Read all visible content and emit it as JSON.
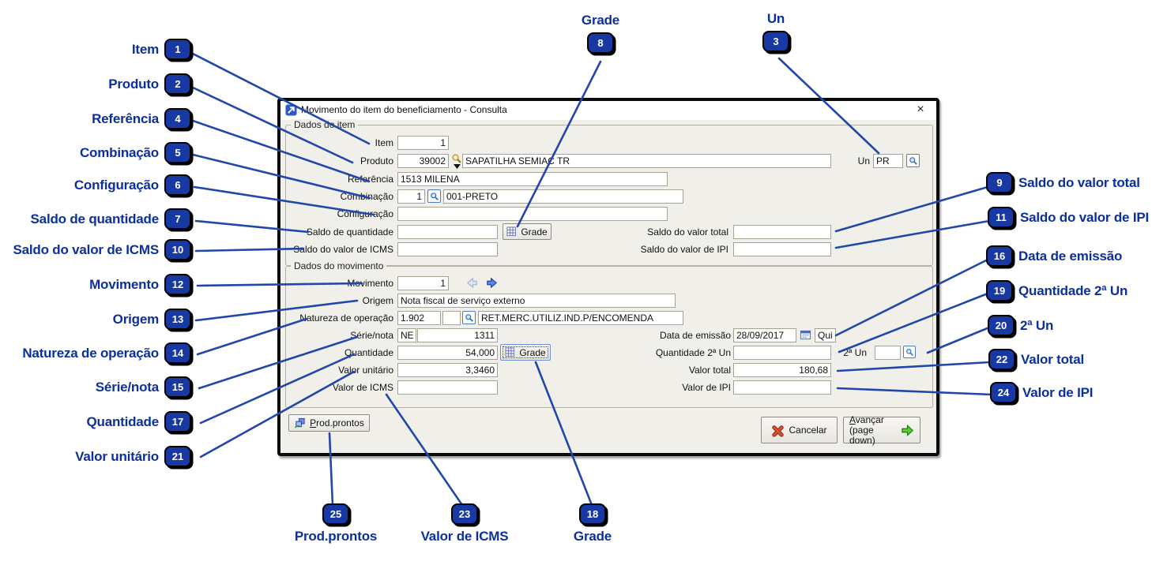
{
  "window": {
    "title": "Movimento do item do beneficiamento - Consulta",
    "close": "×"
  },
  "groups": {
    "item": {
      "legend": "Dados do item",
      "item_label": "Item",
      "item_value": "1",
      "produto_label": "Produto",
      "produto_code": "39002",
      "produto_desc": "SAPATILHA SEMIAC TR",
      "un_label": "Un",
      "un_value": "PR",
      "referencia_label": "Referência",
      "referencia_value": "1513 MILENA",
      "combinacao_label": "Combinação",
      "combinacao_code": "1",
      "combinacao_desc": "001-PRETO",
      "configuracao_label": "Configuração",
      "configuracao_value": "",
      "saldo_quantidade_label": "Saldo de quantidade",
      "saldo_quantidade_value": "",
      "grade_button_label": "Grade",
      "saldo_valor_total_label": "Saldo do valor total",
      "saldo_valor_total_value": "",
      "saldo_valor_icms_label": "Saldo do valor de ICMS",
      "saldo_valor_icms_value": "",
      "saldo_valor_ipi_label": "Saldo do valor de IPI",
      "saldo_valor_ipi_value": ""
    },
    "movimento": {
      "legend": "Dados do movimento",
      "movimento_label": "Movimento",
      "movimento_value": "1",
      "origem_label": "Origem",
      "origem_value": "Nota fiscal de serviço externo",
      "natureza_label": "Natureza de operação",
      "natureza_code": "1.902",
      "natureza_aux": "",
      "natureza_desc": "RET.MERC.UTILIZ.IND.P/ENCOMENDA",
      "serie_label": "Série/nota",
      "serie_value": "NE",
      "nota_value": "1311",
      "data_emissao_label": "Data de emissão",
      "data_emissao_value": "28/09/2017",
      "data_emissao_dow": "Qui",
      "quantidade_label": "Quantidade",
      "quantidade_value": "54,000",
      "grade_button_label": "Grade",
      "quantidade2_label": "Quantidade 2ª Un",
      "quantidade2_value": "",
      "un2_label": "2ª Un",
      "un2_value": "",
      "valor_unitario_label": "Valor unitário",
      "valor_unitario_value": "3,3460",
      "valor_total_label": "Valor total",
      "valor_total_value": "180,68",
      "valor_icms_label": "Valor de ICMS",
      "valor_icms_value": "",
      "valor_ipi_label": "Valor de IPI",
      "valor_ipi_value": ""
    }
  },
  "buttons": {
    "prod_prontos": "Prod.prontos",
    "cancelar": "Cancelar",
    "avancar": "Avançar",
    "avancar_sub": "(page down)"
  },
  "annotations": [
    {
      "num": "1",
      "label": "Item"
    },
    {
      "num": "2",
      "label": "Produto"
    },
    {
      "num": "3",
      "label": "Un"
    },
    {
      "num": "4",
      "label": "Referência"
    },
    {
      "num": "5",
      "label": "Combinação"
    },
    {
      "num": "6",
      "label": "Configuração"
    },
    {
      "num": "7",
      "label": "Saldo de quantidade"
    },
    {
      "num": "8",
      "label": "Grade"
    },
    {
      "num": "9",
      "label": "Saldo do valor total"
    },
    {
      "num": "10",
      "label": "Saldo do valor de ICMS"
    },
    {
      "num": "11",
      "label": "Saldo do valor de IPI"
    },
    {
      "num": "12",
      "label": "Movimento"
    },
    {
      "num": "13",
      "label": "Origem"
    },
    {
      "num": "14",
      "label": "Natureza de operação"
    },
    {
      "num": "15",
      "label": "Série/nota"
    },
    {
      "num": "16",
      "label": "Data de emissão"
    },
    {
      "num": "17",
      "label": "Quantidade"
    },
    {
      "num": "18",
      "label": "Grade"
    },
    {
      "num": "19",
      "label": "Quantidade 2ª Un"
    },
    {
      "num": "20",
      "label": "2ª Un"
    },
    {
      "num": "21",
      "label": "Valor unitário"
    },
    {
      "num": "22",
      "label": "Valor total"
    },
    {
      "num": "23",
      "label": "Valor de ICMS"
    },
    {
      "num": "24",
      "label": "Valor de IPI"
    },
    {
      "num": "25",
      "label": "Prod.prontos"
    }
  ],
  "colors": {
    "badge_fill": "#1839a4",
    "connector_line": "#2247aa",
    "annotation_text": "#0c2f9e"
  }
}
